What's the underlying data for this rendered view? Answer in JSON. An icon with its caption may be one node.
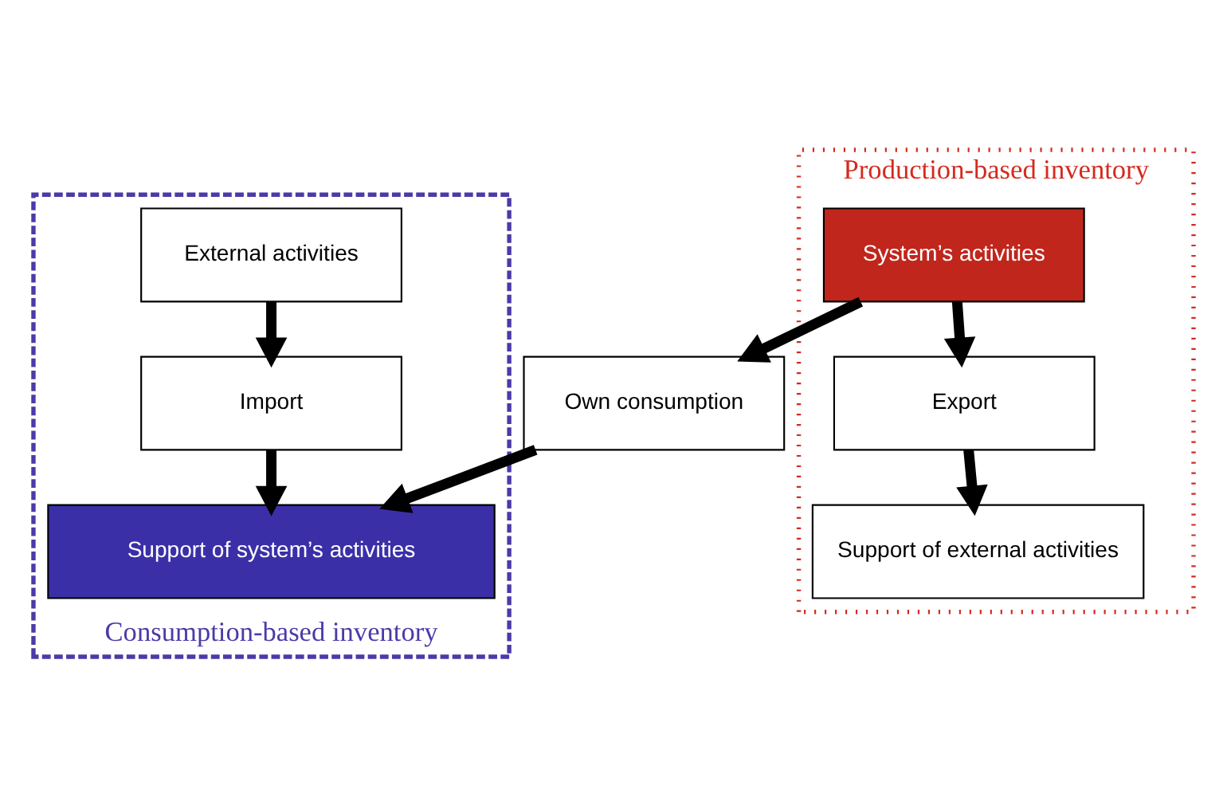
{
  "diagram": {
    "nodes": [
      {
        "text": [
          "Production-based inventory"
        ]
      },
      {
        "text": [
          "Consumption-based inventory"
        ]
      },
      {
        "text": [
          "External activities"
        ],
        "in": 1
      },
      {
        "text": [
          "System’s activities"
        ],
        "in": 0
      },
      {
        "text": [
          "Import"
        ],
        "in": 1
      },
      {
        "text": [
          "Own consumption"
        ]
      },
      {
        "text": [
          "Export"
        ],
        "in": 0
      },
      {
        "text": [
          "Support of system’s activities"
        ],
        "in": 1
      },
      {
        "text": [
          "Support of external activities"
        ],
        "in": 0
      }
    ],
    "edges": [
      {
        "from": 2,
        "to": 4,
        "arrow": "to"
      },
      {
        "from": 3,
        "to": 5,
        "arrow": "to"
      },
      {
        "from": 3,
        "to": 6,
        "arrow": "to"
      },
      {
        "from": 4,
        "to": 7,
        "arrow": "to"
      },
      {
        "from": 5,
        "to": 7,
        "arrow": "to"
      },
      {
        "from": 6,
        "to": 8,
        "arrow": "to"
      }
    ]
  }
}
